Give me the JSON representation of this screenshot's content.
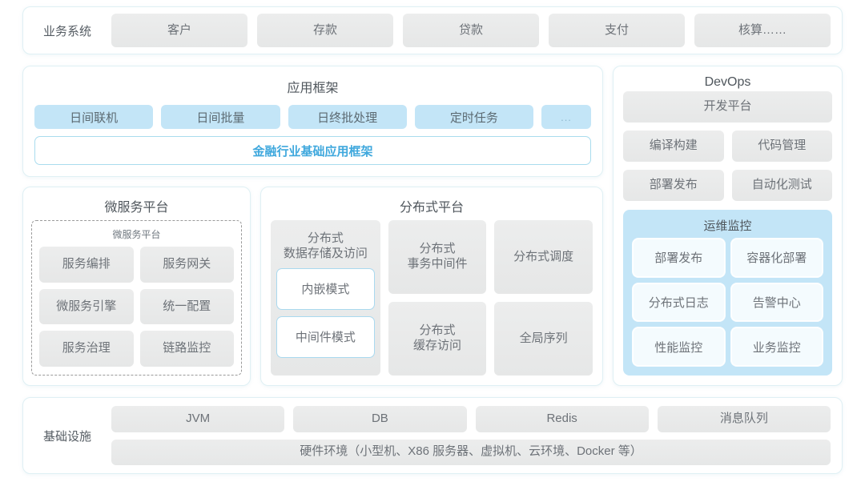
{
  "business_system": {
    "label": "业务系统",
    "items": [
      "客户",
      "存款",
      "贷款",
      "支付",
      "核算……"
    ]
  },
  "app_framework": {
    "title": "应用框架",
    "tags": [
      "日间联机",
      "日间批量",
      "日终批处理",
      "定时任务",
      "..."
    ],
    "foundation_bar": "金融行业基础应用框架"
  },
  "microservice_platform": {
    "title": "微服务平台",
    "sub_label": "微服务平台",
    "items": [
      "服务编排",
      "服务网关",
      "微服务引擎",
      "统一配置",
      "服务治理",
      "链路监控"
    ]
  },
  "distributed_platform": {
    "title": "分布式平台",
    "col1": {
      "title": "分布式\n数据存储及访问",
      "modes": [
        "内嵌模式",
        "中间件模式"
      ]
    },
    "col2": [
      "分布式\n事务中间件",
      "分布式\n缓存访问"
    ],
    "col3": [
      "分布式调度",
      "全局序列"
    ]
  },
  "devops": {
    "title": "DevOps",
    "platform": "开发平台",
    "row1": [
      "编译构建",
      "代码管理"
    ],
    "row2": [
      "部署发布",
      "自动化测试"
    ],
    "ops_monitoring": {
      "title": "运维监控",
      "items": [
        "部署发布",
        "容器化部署",
        "分布式日志",
        "告警中心",
        "性能监控",
        "业务监控"
      ]
    }
  },
  "infrastructure": {
    "label": "基础设施",
    "items": [
      "JVM",
      "DB",
      "Redis",
      "消息队列"
    ],
    "hardware": "硬件环境（小型机、X86 服务器、虚拟机、云环境、Docker 等）"
  },
  "colors": {
    "accent": "#3fa8dd",
    "tag_blue": "#c3e5f7",
    "tile_gray": "#e8e9e9",
    "card_border": "#dff0f4"
  }
}
